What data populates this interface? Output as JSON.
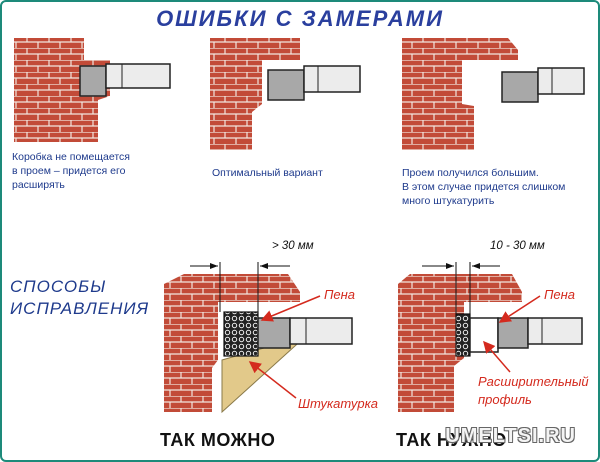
{
  "title": "ОШИБКИ С ЗАМЕРАМИ",
  "captions": {
    "left": [
      "Коробка не помещается",
      "в проем – придется его",
      "расширять"
    ],
    "middle": [
      "Оптимальный вариант"
    ],
    "right": [
      "Проем получился большим.",
      "В этом случае придется слишком",
      "много штукатурить"
    ]
  },
  "methods_label": [
    "СПОСОБЫ",
    "ИСПРАВЛЕНИЯ"
  ],
  "fix_left": {
    "dimension": "> 30 мм",
    "foam_label": "Пена",
    "plaster_label": "Штукатурка",
    "verdict": "ТАК МОЖНО"
  },
  "fix_right": {
    "dimension": "10 - 30 мм",
    "foam_label": "Пена",
    "profile_label": [
      "Расширительный",
      "профиль"
    ],
    "verdict": "ТАК НУЖНО"
  },
  "watermark": "UMELTSI.RU",
  "colors": {
    "brick": "#c24b38",
    "title": "#2a3f9e",
    "caption": "#1e3a8c",
    "label_red": "#d42a1e",
    "plaster": "#e2c98a",
    "frame_fill": "#a8a8a8",
    "door": "#ececec"
  }
}
